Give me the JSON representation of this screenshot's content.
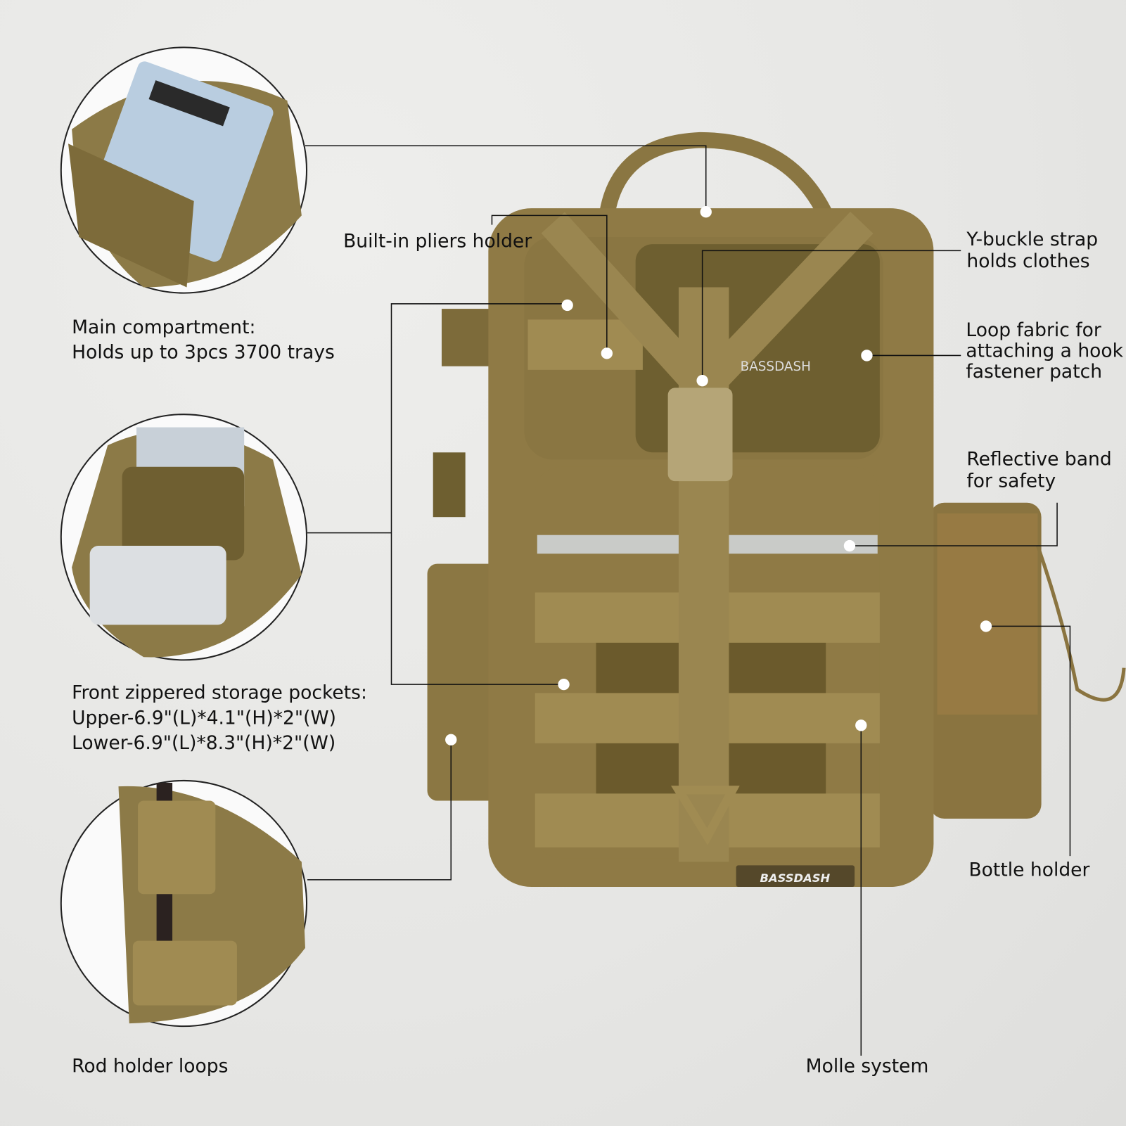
{
  "brand": "BASSDASH",
  "colors": {
    "background": "#e8e8e6",
    "khaki": "#8f7a45",
    "khaki_dark": "#6e5f30",
    "reflective": "#c9cbc8",
    "leader_line": "#111111",
    "dot": "#ffffff"
  },
  "callouts": {
    "pliers": "Built-in pliers holder",
    "main_compartment": [
      "Main compartment:",
      "Holds up to 3pcs 3700 trays"
    ],
    "front_pockets": [
      "Front zippered storage pockets:",
      "Upper-6.9\"(L)*4.1\"(H)*2\"(W)",
      "Lower-6.9\"(L)*8.3\"(H)*2\"(W)"
    ],
    "rod_holder": "Rod holder loops",
    "y_buckle": [
      "Y-buckle strap",
      "holds clothes"
    ],
    "loop_fabric": [
      "Loop fabric for",
      "attaching a hook",
      "fastener patch"
    ],
    "reflective": [
      "Reflective band",
      "for safety"
    ],
    "bottle_holder": "Bottle holder",
    "molle": "Molle system"
  }
}
